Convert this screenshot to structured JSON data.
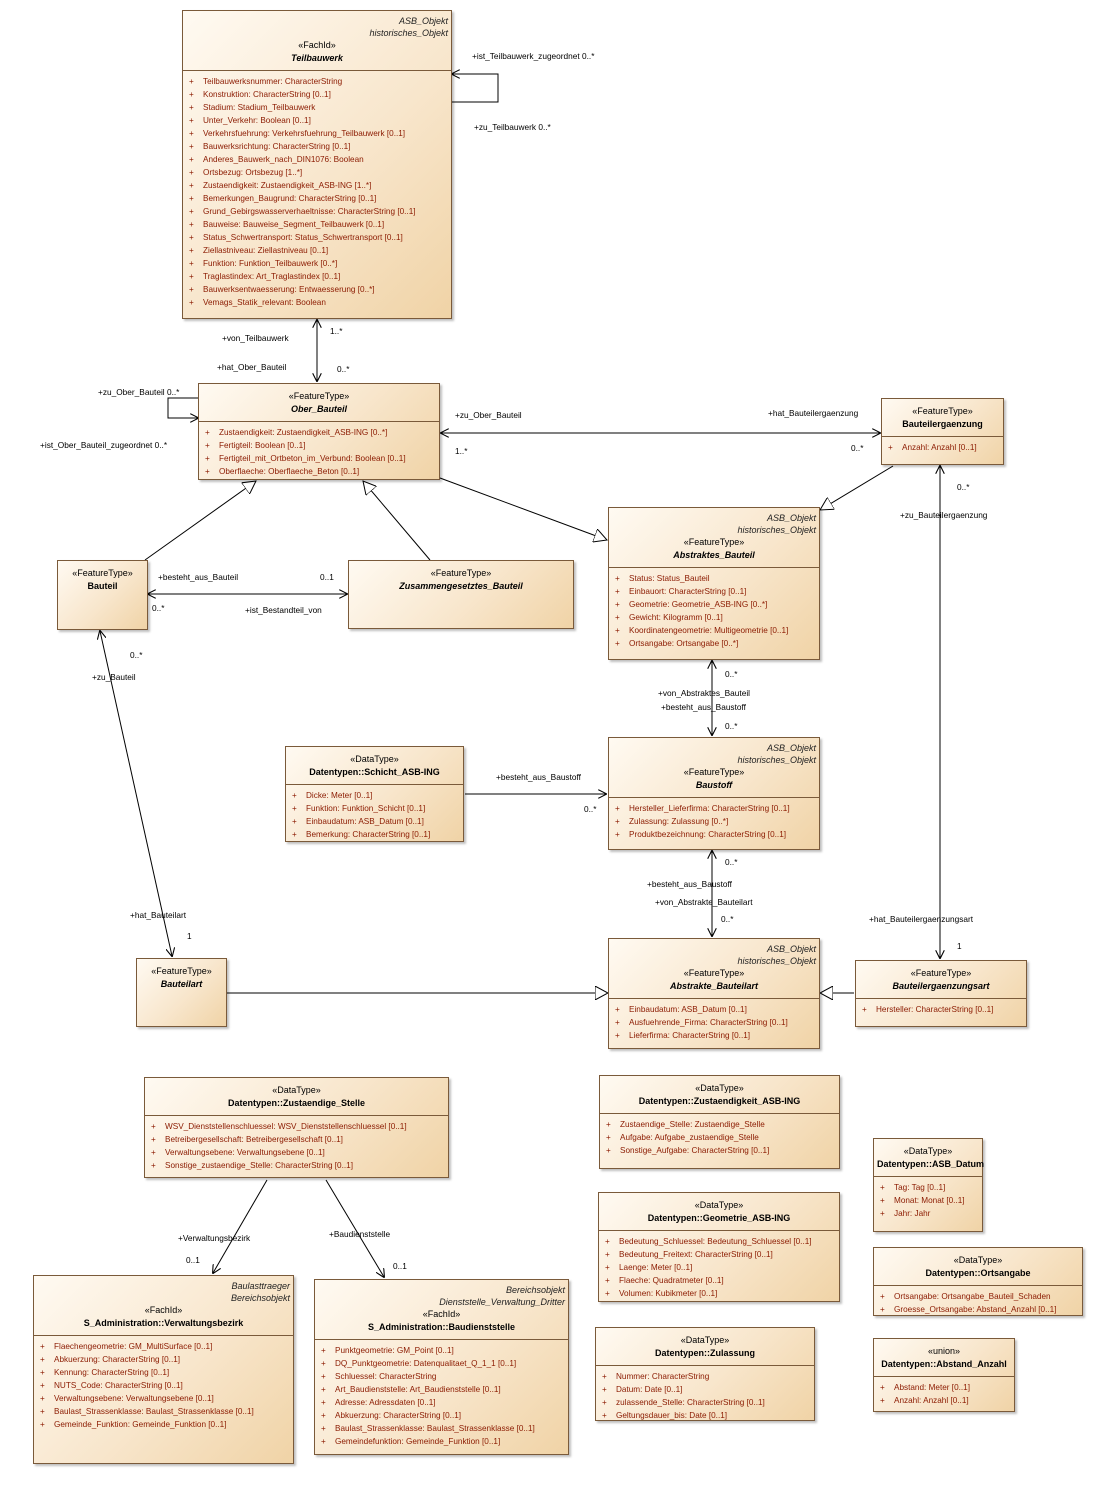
{
  "classes": {
    "teilbauwerk": {
      "tags": [
        "ASB_Objekt",
        "historisches_Objekt"
      ],
      "stereotype": "«FachId»",
      "name": "Teilbauwerk",
      "italic": true,
      "attributes": [
        "Teilbauwerksnummer: CharacterString",
        "Konstruktion: CharacterString [0..1]",
        "Stadium: Stadium_Teilbauwerk",
        "Unter_Verkehr: Boolean [0..1]",
        "Verkehrsfuehrung: Verkehrsfuehrung_Teilbauwerk [0..1]",
        "Bauwerksrichtung: CharacterString [0..1]",
        "Anderes_Bauwerk_nach_DIN1076: Boolean",
        "Ortsbezug: Ortsbezug [1..*]",
        "Zustaendigkeit: Zustaendigkeit_ASB-ING [1..*]",
        "Bemerkungen_Baugrund: CharacterString [0..1]",
        "Grund_Gebirgswasserverhaeltnisse: CharacterString [0..1]",
        "Bauweise: Bauweise_Segment_Teilbauwerk [0..1]",
        "Status_Schwertransport: Status_Schwertransport [0..1]",
        "Ziellastniveau: Ziellastniveau [0..1]",
        "Funktion: Funktion_Teilbauwerk [0..*]",
        "Traglastindex: Art_Traglastindex [0..1]",
        "Bauwerksentwaesserung: Entwaesserung [0..*]",
        "Vemags_Statik_relevant: Boolean"
      ]
    },
    "ober_bauteil": {
      "tags": [],
      "stereotype": "«FeatureType»",
      "name": "Ober_Bauteil",
      "italic": true,
      "attributes": [
        "Zustaendigkeit: Zustaendigkeit_ASB-ING [0..*]",
        "Fertigteil: Boolean [0..1]",
        "Fertigteil_mit_Ortbeton_im_Verbund: Boolean [0..1]",
        "Oberflaeche: Oberflaeche_Beton [0..1]"
      ]
    },
    "bauteilergaenzung": {
      "tags": [],
      "stereotype": "«FeatureType»",
      "name": "Bauteilergaenzung",
      "italic": false,
      "attributes": [
        "Anzahl: Anzahl [0..1]"
      ]
    },
    "bauteil": {
      "tags": [],
      "stereotype": "«FeatureType»",
      "name": "Bauteil",
      "italic": false,
      "attributes": []
    },
    "zusammengesetztes_bauteil": {
      "tags": [],
      "stereotype": "«FeatureType»",
      "name": "Zusammengesetztes_Bauteil",
      "italic": true,
      "attributes": []
    },
    "abstraktes_bauteil": {
      "tags": [
        "ASB_Objekt",
        "historisches_Objekt"
      ],
      "stereotype": "«FeatureType»",
      "name": "Abstraktes_Bauteil",
      "italic": true,
      "attributes": [
        "Status: Status_Bauteil",
        "Einbauort: CharacterString [0..1]",
        "Geometrie: Geometrie_ASB-ING [0..*]",
        "Gewicht: Kilogramm [0..1]",
        "Koordinatengeometrie: Multigeometrie [0..1]",
        "Ortsangabe: Ortsangabe [0..*]"
      ]
    },
    "schicht": {
      "tags": [],
      "stereotype": "«DataType»",
      "name": "Datentypen::Schicht_ASB-ING",
      "italic": false,
      "attributes": [
        "Dicke: Meter [0..1]",
        "Funktion: Funktion_Schicht [0..1]",
        "Einbaudatum: ASB_Datum [0..1]",
        "Bemerkung: CharacterString [0..1]"
      ]
    },
    "baustoff": {
      "tags": [
        "ASB_Objekt",
        "historisches_Objekt"
      ],
      "stereotype": "«FeatureType»",
      "name": "Baustoff",
      "italic": true,
      "attributes": [
        "Hersteller_Lieferfirma: CharacterString [0..1]",
        "Zulassung: Zulassung [0..*]",
        "Produktbezeichnung: CharacterString [0..1]"
      ]
    },
    "bauteilart": {
      "tags": [],
      "stereotype": "«FeatureType»",
      "name": "Bauteilart",
      "italic": true,
      "attributes": []
    },
    "abstrakte_bauteilart": {
      "tags": [
        "ASB_Objekt",
        "historisches_Objekt"
      ],
      "stereotype": "«FeatureType»",
      "name": "Abstrakte_Bauteilart",
      "italic": true,
      "attributes": [
        "Einbaudatum: ASB_Datum [0..1]",
        "Ausfuehrende_Firma: CharacterString [0..1]",
        "Lieferfirma: CharacterString [0..1]"
      ]
    },
    "bauteilergaenzungsart": {
      "tags": [],
      "stereotype": "«FeatureType»",
      "name": "Bauteilergaenzungsart",
      "italic": true,
      "attributes": [
        "Hersteller: CharacterString [0..1]"
      ]
    },
    "zustaendige_stelle": {
      "tags": [],
      "stereotype": "«DataType»",
      "name": "Datentypen::Zustaendige_Stelle",
      "italic": false,
      "attributes": [
        "WSV_Dienststellenschluessel: WSV_Dienststellenschluessel [0..1]",
        "Betreibergesellschaft: Betreibergesellschaft [0..1]",
        "Verwaltungsebene: Verwaltungsebene [0..1]",
        "Sonstige_zustaendige_Stelle: CharacterString [0..1]"
      ]
    },
    "zustaendigkeit": {
      "tags": [],
      "stereotype": "«DataType»",
      "name": "Datentypen::Zustaendigkeit_ASB-ING",
      "italic": false,
      "attributes": [
        "Zustaendige_Stelle: Zustaendige_Stelle",
        "Aufgabe: Aufgabe_zustaendige_Stelle",
        "Sonstige_Aufgabe: CharacterString [0..1]"
      ]
    },
    "asb_datum": {
      "tags": [],
      "stereotype": "«DataType»",
      "name": "Datentypen::ASB_Datum",
      "italic": false,
      "attributes": [
        "Tag: Tag [0..1]",
        "Monat: Monat [0..1]",
        "Jahr: Jahr"
      ]
    },
    "geometrie": {
      "tags": [],
      "stereotype": "«DataType»",
      "name": "Datentypen::Geometrie_ASB-ING",
      "italic": false,
      "attributes": [
        "Bedeutung_Schluessel: Bedeutung_Schluessel [0..1]",
        "Bedeutung_Freitext: CharacterString [0..1]",
        "Laenge: Meter [0..1]",
        "Flaeche: Quadratmeter [0..1]",
        "Volumen: Kubikmeter [0..1]"
      ]
    },
    "ortsangabe": {
      "tags": [],
      "stereotype": "«DataType»",
      "name": "Datentypen::Ortsangabe",
      "italic": false,
      "attributes": [
        "Ortsangabe: Ortsangabe_Bauteil_Schaden",
        "Groesse_Ortsangabe: Abstand_Anzahl [0..1]"
      ]
    },
    "verwaltungsbezirk": {
      "tags": [
        "Baulasttraeger",
        "Bereichsobjekt"
      ],
      "stereotype": "«FachId»",
      "name": "S_Administration::Verwaltungsbezirk",
      "italic": false,
      "attributes": [
        "Flaechengeometrie: GM_MultiSurface [0..1]",
        "Abkuerzung: CharacterString [0..1]",
        "Kennung: CharacterString [0..1]",
        "NUTS_Code: CharacterString [0..1]",
        "Verwaltungsebene: Verwaltungsebene [0..1]",
        "Baulast_Strassenklasse: Baulast_Strassenklasse [0..1]",
        "Gemeinde_Funktion: Gemeinde_Funktion [0..1]"
      ]
    },
    "baudienststelle": {
      "tags": [
        "Bereichsobjekt",
        "Dienststelle_Verwaltung_Dritter"
      ],
      "stereotype": "«FachId»",
      "name": "S_Administration::Baudienststelle",
      "italic": false,
      "attributes": [
        "Punktgeometrie: GM_Point [0..1]",
        "DQ_Punktgeometrie: Datenqualitaet_Q_1_1 [0..1]",
        "Schluessel: CharacterString",
        "Art_Baudienststelle: Art_Baudienststelle [0..1]",
        "Adresse: Adressdaten [0..1]",
        "Abkuerzung: CharacterString [0..1]",
        "Baulast_Strassenklasse: Baulast_Strassenklasse [0..1]",
        "Gemeindefunktion: Gemeinde_Funktion [0..1]"
      ]
    },
    "zulassung": {
      "tags": [],
      "stereotype": "«DataType»",
      "name": "Datentypen::Zulassung",
      "italic": false,
      "attributes": [
        "Nummer: CharacterString",
        "Datum: Date [0..1]",
        "zulassende_Stelle: CharacterString [0..1]",
        "Geltungsdauer_bis: Date [0..1]"
      ]
    },
    "abstand_anzahl": {
      "tags": [],
      "stereotype": "«union»",
      "name": "Datentypen::Abstand_Anzahl",
      "italic": false,
      "attributes": [
        "Abstand: Meter [0..1]",
        "Anzahl: Anzahl [0..1]"
      ]
    }
  },
  "labels": {
    "ist_teilbauwerk_zugeordnet": "+ist_Teilbauwerk_zugeordnet 0..*",
    "zu_teilbauwerk": "+zu_Teilbauwerk 0..*",
    "mult_1_star": "1..*",
    "von_teilbauwerk": "+von_Teilbauwerk",
    "hat_ober_bauteil": "+hat_Ober_Bauteil",
    "mult_0_star_a": "0..*",
    "zu_ober_bauteil_self": "+zu_Ober_Bauteil 0..*",
    "ist_ober_bauteil_zugeordnet": "+ist_Ober_Bauteil_zugeordnet 0..*",
    "zu_ober_bauteil": "+zu_Ober_Bauteil",
    "mult_1_star_b": "1..*",
    "hat_bauteilergaenzung": "+hat_Bauteilergaenzung",
    "mult_0_star_b": "0..*",
    "mult_0_star_c": "0..*",
    "zu_bauteilergaenzung": "+zu_Bauteilergaenzung",
    "besteht_aus_bauteil": "+besteht_aus_Bauteil",
    "mult_0_1_a": "0..1",
    "mult_0_star_d": "0..*",
    "ist_bestandteil_von": "+ist_Bestandteil_von",
    "mult_0_star_e": "0..*",
    "zu_bauteil": "+zu_Bauteil",
    "mult_0_star_f": "0..*",
    "von_abstraktes_bauteil": "+von_Abstraktes_Bauteil",
    "besteht_aus_baustoff_a": "+besteht_aus_Baustoff",
    "mult_0_star_g": "0..*",
    "besteht_aus_baustoff_b": "+besteht_aus_Baustoff",
    "mult_0_star_h": "0..*",
    "mult_0_star_i": "0..*",
    "besteht_aus_baustoff_c": "+besteht_aus_Baustoff",
    "von_abstrakte_bauteilart": "+von_Abstrakte_Bauteilart",
    "mult_0_star_j": "0..*",
    "hat_bauteilart": "+hat_Bauteilart",
    "mult_1_a": "1",
    "hat_bauteilergaenzungsart": "+hat_Bauteilergaenzungsart",
    "mult_1_b": "1",
    "verwaltungsbezirk_role": "+Verwaltungsbezirk",
    "mult_0_1_b": "0..1",
    "baudienststelle_role": "+Baudienststelle",
    "mult_0_1_c": "0..1"
  },
  "attribute_prefix": "+"
}
